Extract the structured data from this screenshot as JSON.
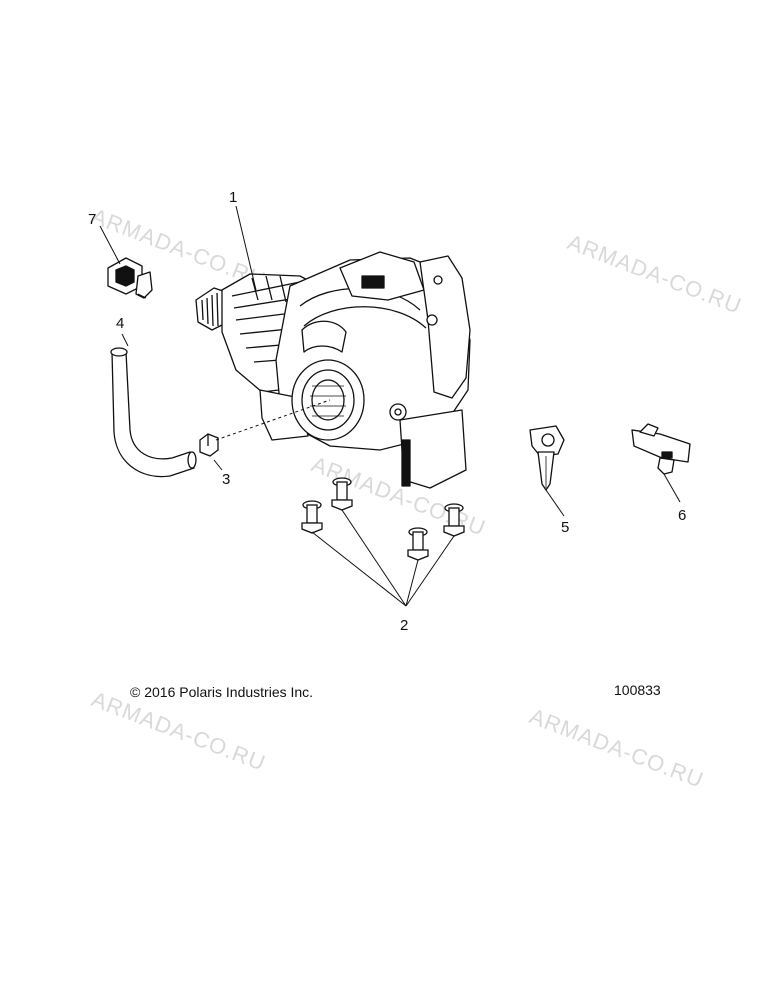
{
  "watermark_text": "ARMADA-CO.RU",
  "copyright": "© 2016 Polaris Industries Inc.",
  "figure_number": "100833",
  "callouts": [
    "1",
    "2",
    "3",
    "4",
    "5",
    "6",
    "7"
  ],
  "colors": {
    "line": "#111111",
    "watermark": "#d9d9d9",
    "background": "#ffffff"
  }
}
